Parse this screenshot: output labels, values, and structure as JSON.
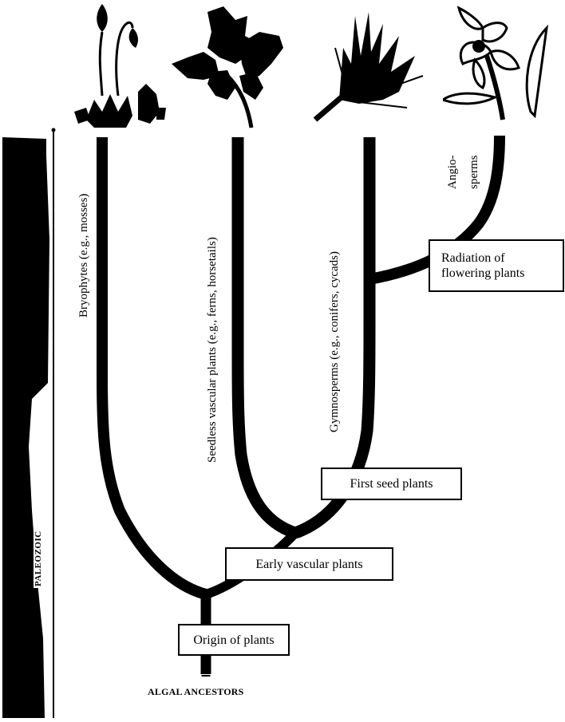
{
  "diagram": {
    "type": "phylogenetic-tree",
    "colors": {
      "branch": "#000000",
      "background": "#ffffff",
      "box_border": "#000000"
    },
    "time_bar": {
      "era_label": "PALEOZOIC"
    },
    "root_label": "ALGAL ANCESTORS",
    "lineages": [
      {
        "id": "bryophytes",
        "label": "Bryophytes (e.g., mosses)",
        "icon": "moss-icon"
      },
      {
        "id": "seedless",
        "label": "Seedless vascular plants (e.g., ferns, horsetails)",
        "icon": "fern-icon"
      },
      {
        "id": "gymnosperms",
        "label": "Gymnosperms (e.g., conifers, cycads)",
        "icon": "conifer-icon"
      },
      {
        "id": "angiosperms",
        "label_line1": "Angio-",
        "label_line2": "sperms",
        "icon": "flower-icon"
      }
    ],
    "events": {
      "origin": "Origin of plants",
      "early_vascular": "Early vascular plants",
      "first_seed": "First seed plants",
      "radiation_line1": "Radiation of",
      "radiation_line2": "flowering plants"
    }
  }
}
